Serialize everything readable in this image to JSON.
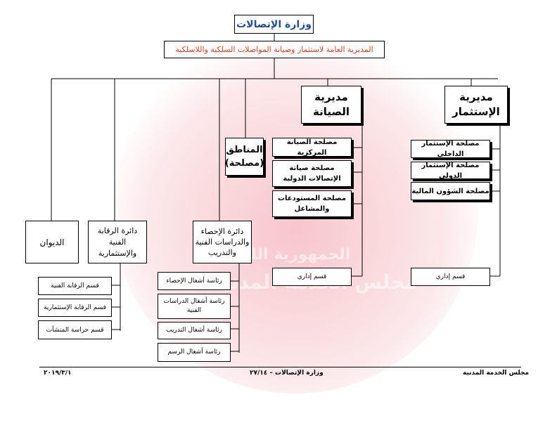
{
  "ministry": "وزارة الإتصالات",
  "general_directorate": "المديرية العامة لاستثمار وصيانة المواصلات السلكية واللاسلكية",
  "exploitation": {
    "title": "مديرية الإستثمار",
    "units": [
      "مصلحة الإستثمار الداخلي",
      "مصلحة الإستثمار الدولي",
      "مصلحة الشؤون المالية"
    ],
    "admin": "قسم إداري"
  },
  "maintenance": {
    "title": "مديرية الصيانة",
    "units": [
      "مصلحة الصيانة المركزية",
      "مصلحة صيانة الإتصالات الدولية",
      "مصلحة المستودعات والمشاغل"
    ],
    "admin": "قسم إداري"
  },
  "regions": "المناطق (مصلحة)",
  "statistics": {
    "title": "دائرة الإحصاء والدراسات الفنية والتدريب",
    "units": [
      "رئاسة أشغال الإحصاء",
      "رئاسة أشغال الدراسات الفنية",
      "رئاسة أشغال التدريب",
      "رئاسة أشغال الرسم"
    ]
  },
  "control": {
    "title": "دائرة الرقابة الفنية والإستثمارية",
    "units": [
      "قسم الرقابة الفنية",
      "قسم الرقابة الإستثمارية",
      "قسم حراسة المنشآت"
    ]
  },
  "diwan": "الديوان",
  "footer": {
    "left": "٢٠١٩/٣/١",
    "center": "وزارة الإتصالات – ٢٧/١٤",
    "right": "مجلس الخدمة المدنية"
  },
  "watermark": {
    "line1": "الجمهورية اللبنانية",
    "line2": "مجلس الخدمة المدنية"
  }
}
